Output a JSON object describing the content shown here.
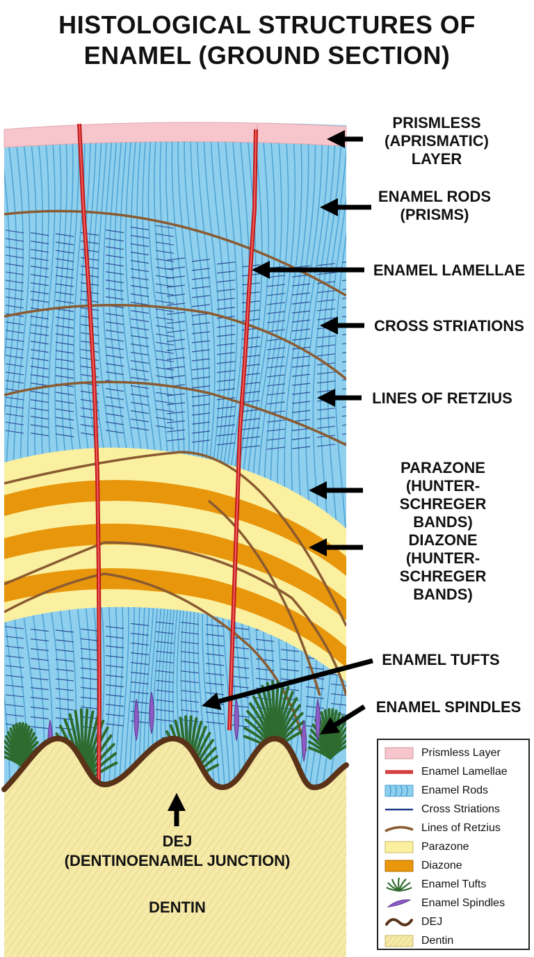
{
  "title": {
    "line1": "HISTOLOGICAL STRUCTURES OF",
    "line2": "ENAMEL (GROUND SECTION)"
  },
  "labels": {
    "prismless": [
      "PRISMLESS",
      "(APRISMATIC)",
      "LAYER"
    ],
    "enamel_rods": [
      "ENAMEL RODS",
      "(PRISMS)"
    ],
    "enamel_lamellae": [
      "ENAMEL LAMELLAE"
    ],
    "cross_striations": [
      "CROSS STRIATIONS"
    ],
    "lines_of_retzius": [
      "LINES OF RETZIUS"
    ],
    "parazone": [
      "PARAZONE",
      "(HUNTER-SCHREGER",
      "BANDS)"
    ],
    "diazone": [
      "DIAZONE",
      "(HUNTER-SCHREGER",
      "BANDS)"
    ],
    "enamel_tufts": [
      "ENAMEL TUFTS"
    ],
    "enamel_spindles": [
      "ENAMEL SPINDLES"
    ],
    "dej": [
      "DEJ",
      "(DENTINOENAMEL JUNCTION)"
    ],
    "dentin": "DENTIN"
  },
  "legend": [
    {
      "label": "Prismless Layer",
      "icon": "pink-rectangle",
      "color": "#f6c6cc"
    },
    {
      "label": "Enamel Lamellae",
      "icon": "red-line",
      "color": "#e03030"
    },
    {
      "label": "Enamel Rods",
      "icon": "blue-wavy-rectangle",
      "color": "#8fd0ee"
    },
    {
      "label": "Cross Striations",
      "icon": "navy-line",
      "color": "#1f3b8a"
    },
    {
      "label": "Lines of Retzius",
      "icon": "brown-curve",
      "color": "#8a5a30"
    },
    {
      "label": "Parazone",
      "icon": "yellow-rectangle",
      "color": "#faf0a0"
    },
    {
      "label": "Diazone",
      "icon": "orange-rectangle",
      "color": "#e8960c"
    },
    {
      "label": "Enamel Tufts",
      "icon": "green-tuft",
      "color": "#2e6b2e"
    },
    {
      "label": "Enamel Spindles",
      "icon": "purple-spindle",
      "color": "#8a5cc4"
    },
    {
      "label": "DEJ",
      "icon": "brown-wave",
      "color": "#5a3218"
    },
    {
      "label": "Dentin",
      "icon": "hatched-cream-rectangle",
      "color": "#f6eaa8"
    }
  ],
  "colors": {
    "prismless": "#f6c6cc",
    "rods": "#8fd0ee",
    "rod_lines": "#4a9fd0",
    "cross_striation": "#1f3b8a",
    "retzius": "#8a5a30",
    "parazone": "#faf0a0",
    "diazone": "#e8960c",
    "lamella": "#e03030",
    "tuft": "#2e6b2e",
    "spindle": "#8a5cc4",
    "dej": "#5a3218",
    "dentin": "#f6eaa8"
  }
}
